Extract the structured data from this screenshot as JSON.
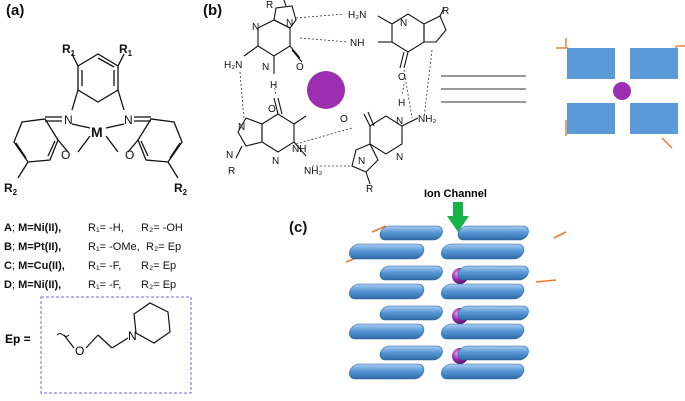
{
  "panels": {
    "a": "(a)",
    "b": "(b)",
    "c": "(c)"
  },
  "structure_a": {
    "r1": "R",
    "r1_sub": "1",
    "r2": "R",
    "r2_sub": "2",
    "metal": "M",
    "n": "N",
    "o": "O"
  },
  "legend": [
    {
      "letter": "A",
      "metal": "M=Ni(II),",
      "r1": "R₁= -H,",
      "r2": "R₂= -OH"
    },
    {
      "letter": "B",
      "metal": "M=Pt(II),",
      "r1": "R₁= -OMe,",
      "r2": "R₂= Ep"
    },
    {
      "letter": "C",
      "metal": "M=Cu(II),",
      "r1": "R₁= -F,",
      "r2": "R₂= Ep"
    },
    {
      "letter": "D",
      "metal": "M=Ni(II),",
      "r1": "R₁= -F,",
      "r2": "R₂= Ep"
    }
  ],
  "ep": {
    "label": "Ep =",
    "o": "O",
    "n": "N"
  },
  "quartet": {
    "r": "R",
    "n": "N",
    "h": "H",
    "nh": "NH",
    "nh2": "NH₂",
    "h2n": "H₂N",
    "o": "O"
  },
  "ion_channel_label": "Ion Channel",
  "colors": {
    "ion": "#9b2fb0",
    "block": "#5a9ad8",
    "arrow": "#17b24a",
    "accent_line": "#ee7733",
    "ep_box": "#6a6adc"
  }
}
